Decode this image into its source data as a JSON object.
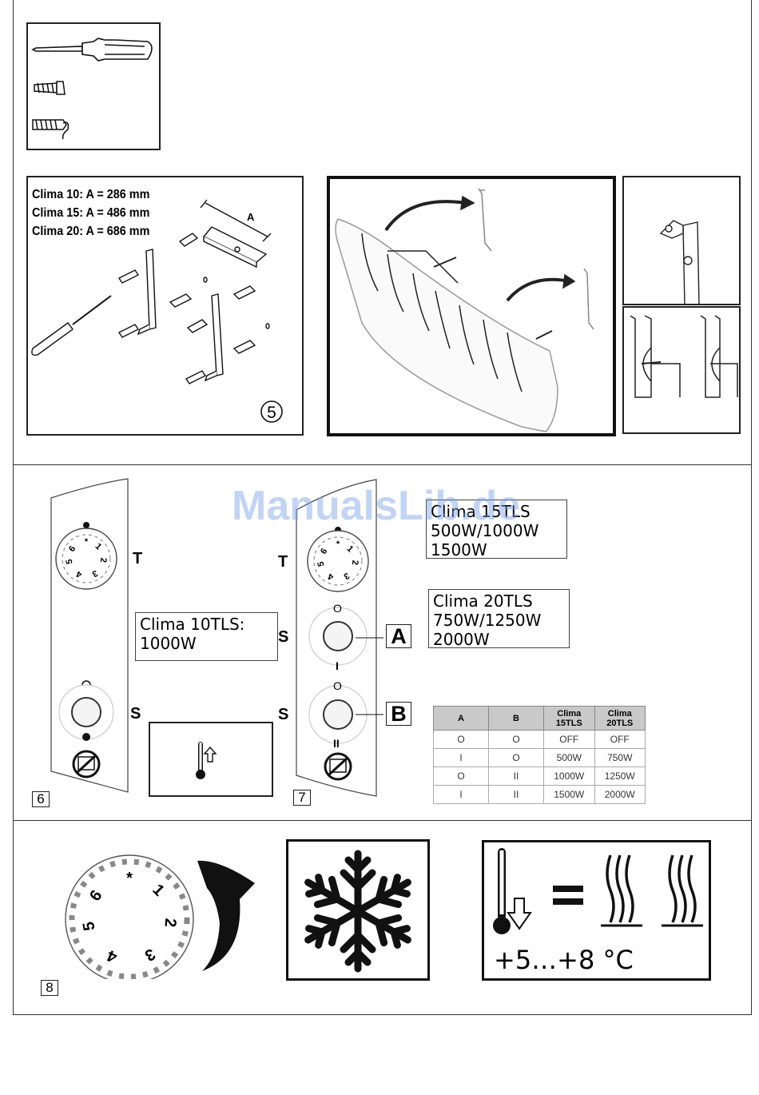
{
  "fig5": {
    "sizes": [
      "Clima 10: A = 286 mm",
      "Clima 15: A = 486 mm",
      "Clima 20: A = 686 mm"
    ],
    "dim_label": "A",
    "step": "5"
  },
  "fig6": {
    "label_t": "T",
    "label_s": "S",
    "model": [
      "Clima 10TLS:",
      "1000W"
    ],
    "step": "6"
  },
  "fig7": {
    "label_t": "T",
    "label_s1": "S",
    "label_s2": "S",
    "pos_off": "O",
    "pos_i": "I",
    "pos_off2": "O",
    "pos_ii": "II",
    "switch_a": "A",
    "switch_b": "B",
    "step": "7"
  },
  "models": {
    "m15": [
      "Clima 15TLS",
      "500W/1000W",
      "1500W"
    ],
    "m20": [
      "Clima 20TLS",
      "750W/1250W",
      "2000W"
    ]
  },
  "table": {
    "headers": [
      "A",
      "B",
      "Clima 15TLS",
      "Clima 20TLS"
    ],
    "rows": [
      [
        "O",
        "O",
        "OFF",
        "OFF"
      ],
      [
        "I",
        "O",
        "500W",
        "750W"
      ],
      [
        "O",
        "II",
        "1000W",
        "1250W"
      ],
      [
        "I",
        "II",
        "1500W",
        "2000W"
      ]
    ]
  },
  "dial": {
    "marks": [
      "*",
      "1",
      "2",
      "3",
      "4",
      "5",
      "6"
    ]
  },
  "fig8": {
    "step": "8",
    "temp": "+5…+8 °C"
  },
  "watermark": "ManualsLib.de"
}
